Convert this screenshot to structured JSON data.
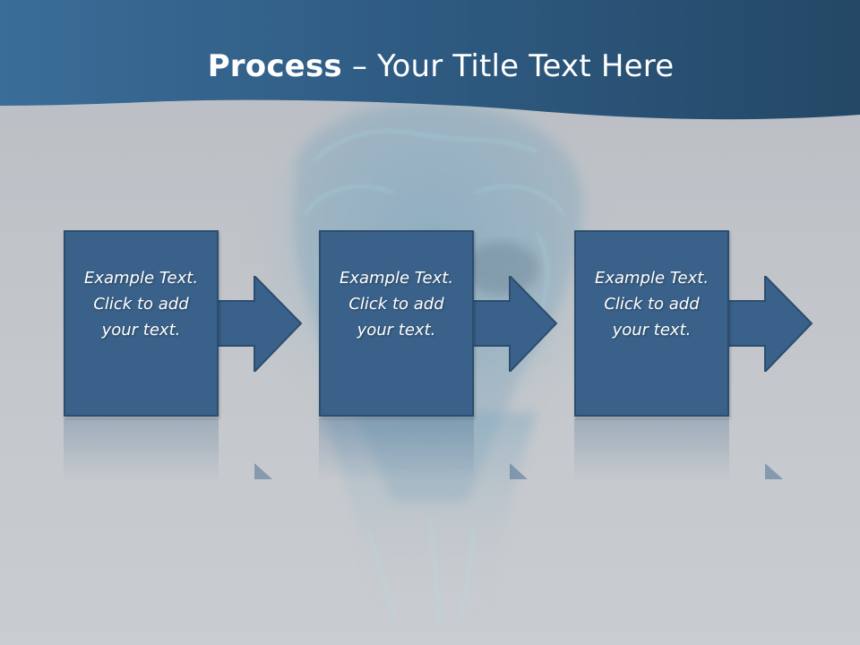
{
  "slide": {
    "title_bold": "Process",
    "title_rest": " – Your Title Text Here"
  },
  "steps": [
    {
      "lines": [
        "Example Text.",
        "Click  to add",
        "your text."
      ]
    },
    {
      "lines": [
        "Example Text.",
        "Click  to add",
        "your text."
      ]
    },
    {
      "lines": [
        "Example Text.",
        "Click  to add",
        "your text."
      ]
    }
  ],
  "colors": {
    "header": "#2f5d86",
    "box_fill": "#3a6189",
    "box_border": "#2b4d6e",
    "background": "#c4c8cc"
  }
}
